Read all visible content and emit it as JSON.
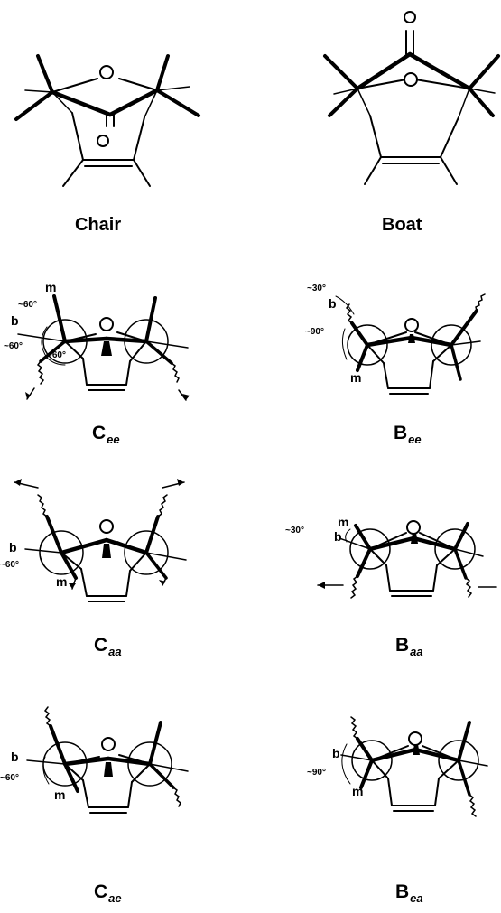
{
  "figure": {
    "chair": {
      "label": "Chair"
    },
    "boat": {
      "label": "Boat"
    },
    "c_ee": {
      "base": "C",
      "sub": "ee",
      "m": "m",
      "b": "b",
      "angle1": "~60°",
      "angle2": "~60°",
      "angle3": "~60°"
    },
    "b_ee": {
      "base": "B",
      "sub": "ee",
      "m": "m",
      "b": "b",
      "angle1": "~30°",
      "angle2": "~90°"
    },
    "c_aa": {
      "base": "C",
      "sub": "aa",
      "m": "m",
      "b": "b",
      "angle1": "~60°"
    },
    "b_aa": {
      "base": "B",
      "sub": "aa",
      "m": "m",
      "b": "b",
      "angle1": "~30°"
    },
    "c_ae": {
      "base": "C",
      "sub": "ae",
      "m": "m",
      "b": "b",
      "angle1": "~60°"
    },
    "b_ea": {
      "base": "B",
      "sub": "ea",
      "m": "m",
      "b": "b",
      "angle1": "~90°"
    }
  }
}
